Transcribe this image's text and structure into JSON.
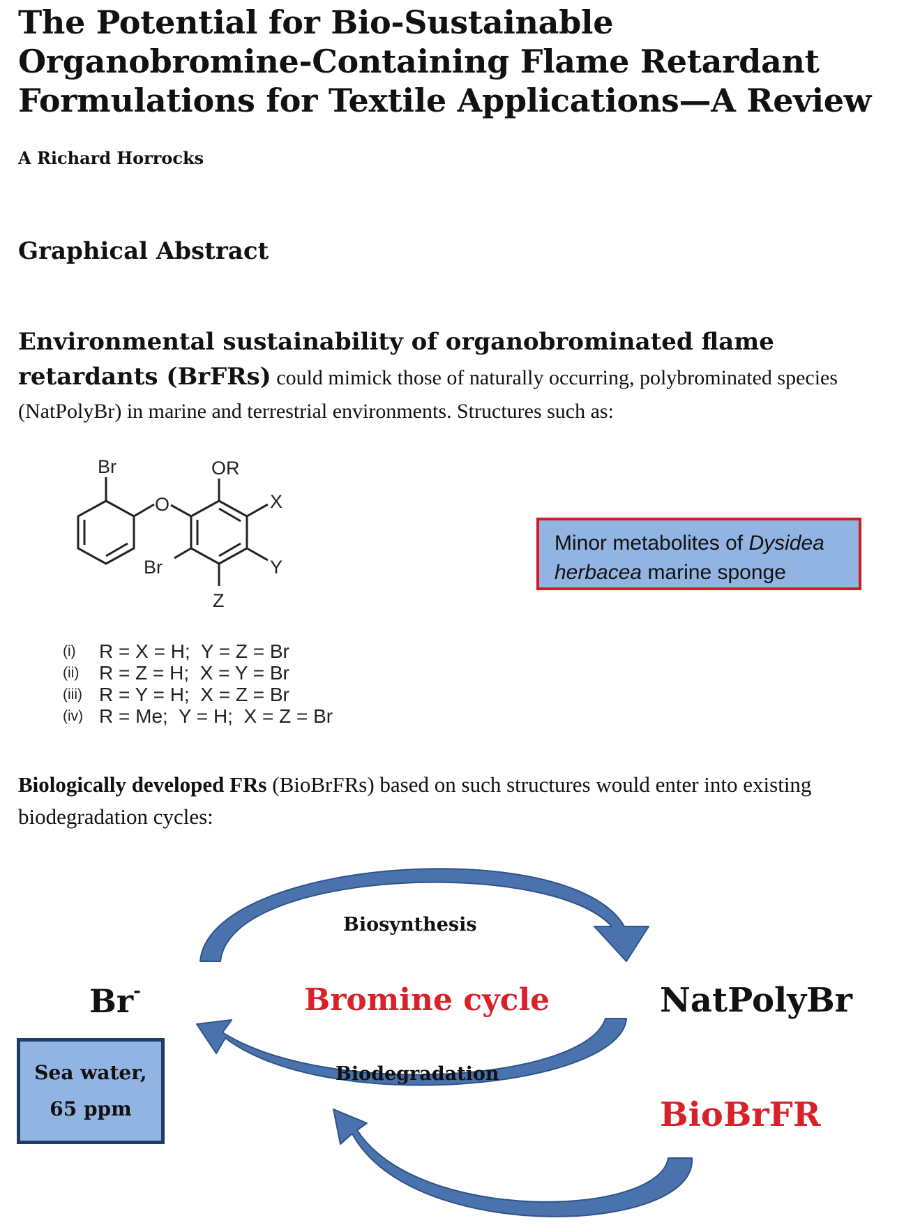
{
  "paper": {
    "title": "The Potential for Bio-Sustainable Organobromine-Containing Flame Retardant Formulations for Textile Applications—A Review",
    "author": "A Richard Horrocks",
    "section_heading": "Graphical Abstract"
  },
  "paragraph1": {
    "lead": "Environmental sustainability of organobrominated flame retardants (BrFRs)",
    "rest": " could mimick those of naturally occurring, polybrominated species (NatPolyBr) in marine and terrestrial environments. Structures such as:"
  },
  "structure": {
    "labels": {
      "br_top": "Br",
      "or": "OR",
      "o": "O",
      "x": "X",
      "y": "Y",
      "br_bottom": "Br",
      "z": "Z"
    },
    "r_groups": [
      {
        "num": "(i)",
        "text": "R = X = H;  Y = Z = Br"
      },
      {
        "num": "(ii)",
        "text": "R = Z = H;  X = Y = Br"
      },
      {
        "num": "(iii)",
        "text": "R = Y = H;  X = Z = Br"
      },
      {
        "num": "(iv)",
        "text": "R = Me;  Y = H;  X = Z = Br"
      }
    ]
  },
  "metabolite_box": {
    "text_before": "Minor metabolites of ",
    "italic_1": "Dysidea",
    "italic_2": "herbacea",
    "text_after": " marine sponge"
  },
  "paragraph2": {
    "lead": "Biologically developed FRs",
    "rest": " (BioBrFRs) based on such structures would enter into existing  biodegradation cycles:"
  },
  "cycle": {
    "biosynthesis": "Biosynthesis",
    "biodegradation": "Biodegradation",
    "bromine_cycle": "Bromine cycle",
    "br": "Br",
    "br_charge": "-",
    "natpolybr": "NatPolyBr",
    "biobrfr": "BioBrFR",
    "seawater_line1": "Sea water,",
    "seawater_line2": "65 ppm",
    "colors": {
      "arrow_fill": "#4a72ad",
      "arrow_stroke": "#2f5488",
      "red_label": "#d8222a",
      "box_fill": "#92b4e2",
      "box_border": "#1f3b66"
    }
  }
}
